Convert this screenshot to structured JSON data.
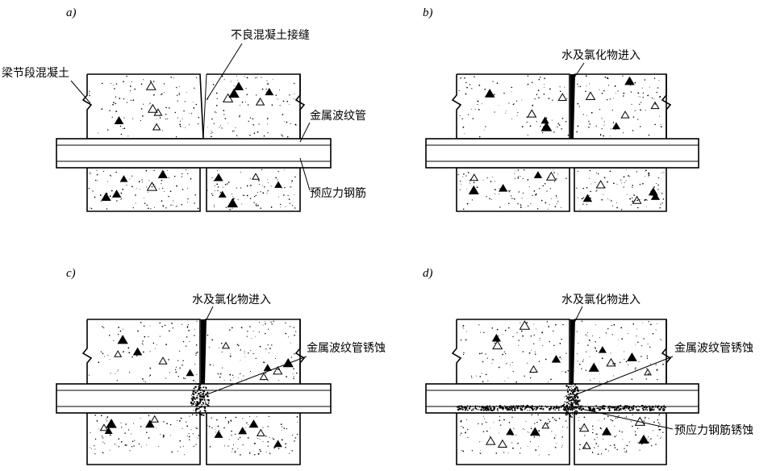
{
  "panels": [
    {
      "id": "a",
      "label": "a)",
      "labels": {
        "segment": "梁节段混凝土",
        "joint": "不良混凝土接缝",
        "duct": "金属波纹管",
        "tendon": "预应力钢筋"
      }
    },
    {
      "id": "b",
      "label": "b)",
      "labels": {
        "ingress": "水及氯化物进入"
      }
    },
    {
      "id": "c",
      "label": "c)",
      "labels": {
        "ingress": "水及氯化物进入",
        "duct_corrosion": "金属波纹管锈蚀"
      }
    },
    {
      "id": "d",
      "label": "d)",
      "labels": {
        "ingress": "水及氯化物进入",
        "duct_corrosion": "金属波纹管锈蚀",
        "tendon_corrosion": "预应力钢筋锈蚀"
      }
    }
  ]
}
